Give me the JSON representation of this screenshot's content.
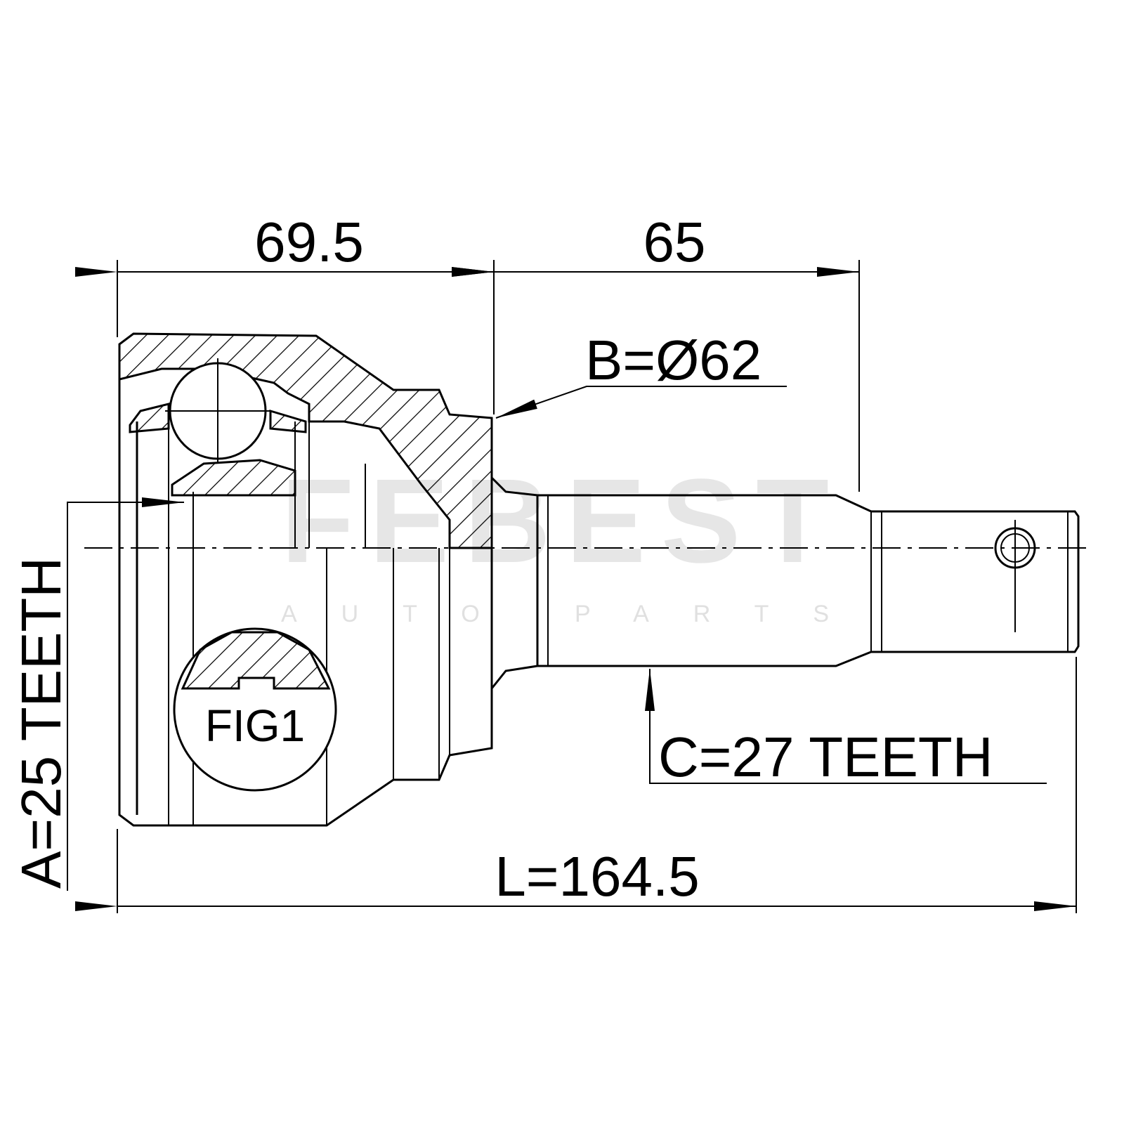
{
  "drawing": {
    "dimensions": {
      "housing_length": "69.5",
      "stub_length": "65",
      "outer_diameter": "B=Ø62",
      "inner_spline": "A=25 TEETH",
      "outer_spline": "C=27 TEETH",
      "total_length": "L=164.5"
    },
    "figure_label": "FIG1",
    "watermark": {
      "brand": "FEBEST",
      "tagline": "AUTO PARTS"
    }
  }
}
